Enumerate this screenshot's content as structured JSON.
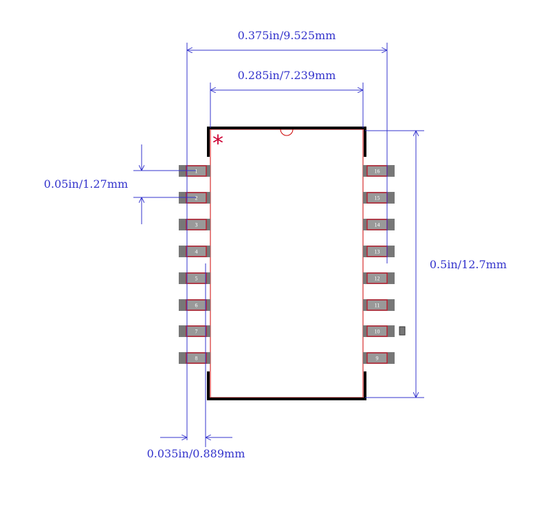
{
  "dimensions": {
    "overall_width": "0.375in/9.525mm",
    "body_width": "0.285in/7.239mm",
    "pitch": "0.05in/1.27mm",
    "body_length": "0.5in/12.7mm",
    "pad_width": "0.035in/0.889mm"
  },
  "pins": {
    "left": [
      "1",
      "2",
      "3",
      "4",
      "5",
      "6",
      "7",
      "8"
    ],
    "right": [
      "16",
      "15",
      "14",
      "13",
      "12",
      "11",
      "10",
      "9"
    ]
  },
  "pin1_marker": "*",
  "colors": {
    "dimension": "#3333cc",
    "silkscreen": "#000000",
    "courtyard": "#cc0000",
    "pad_fill": "#999999",
    "pad_shadow": "#777777",
    "pad_outline": "#bb2233",
    "pin1_marker": "#cc0033"
  }
}
